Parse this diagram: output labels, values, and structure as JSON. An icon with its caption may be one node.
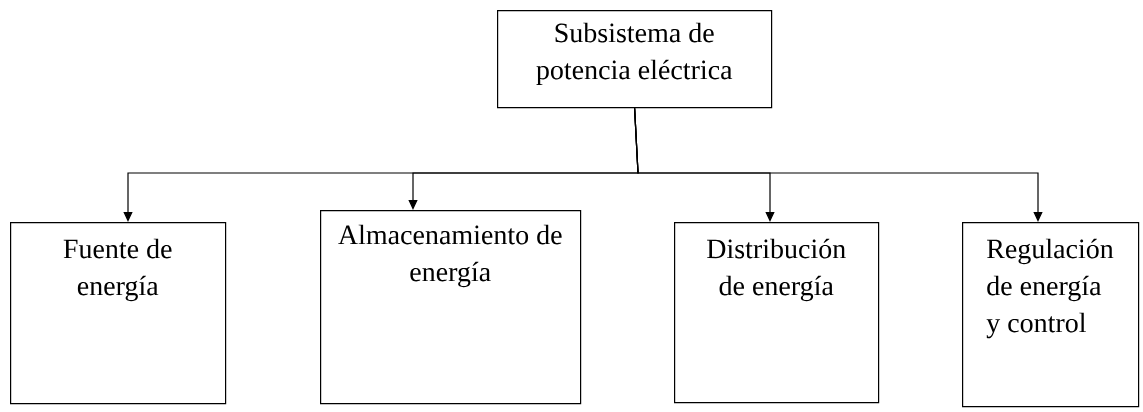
{
  "diagram": {
    "nodes": [
      {
        "text": [
          "Subsistema de potencia eléctrica"
        ]
      },
      {
        "text": [
          "Fuente de energía"
        ]
      },
      {
        "text": [
          "Almacenamiento de energía"
        ]
      },
      {
        "text": [
          "Distribución de energía"
        ]
      },
      {
        "text": [
          "Regulación de energía y control"
        ]
      }
    ],
    "edges": [
      {
        "from": 0,
        "to": 1,
        "arrow": "to"
      },
      {
        "from": 0,
        "to": 2,
        "arrow": "to"
      },
      {
        "from": 0,
        "to": 3,
        "arrow": "to"
      },
      {
        "from": 0,
        "to": 4,
        "arrow": "to"
      }
    ]
  }
}
